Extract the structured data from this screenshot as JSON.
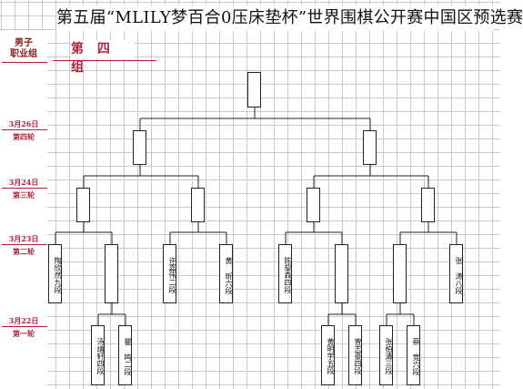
{
  "title": "第五届“MLILY梦百合0压床垫杯”世界围棋公开赛中国区预选赛",
  "sidebar": {
    "category": "男子\n职业组",
    "rounds": [
      {
        "date": "3月26日",
        "round": "第四轮"
      },
      {
        "date": "3月24日",
        "round": "第三轮"
      },
      {
        "date": "3月23日",
        "round": "第二轮"
      },
      {
        "date": "3月22日",
        "round": "第一轮"
      }
    ]
  },
  "group_title": "第 四 组",
  "players": {
    "tao_xinran": "陶欣然九段",
    "xu_jiawei": "许嘉伟二段",
    "huang_xin": "黄 昕六段",
    "chen_zhisen": "陈鋆森四段",
    "zhang_tao": "张 涛八段",
    "tang_jingxuan": "汤靖轩四段",
    "jin_ming": "瞿 鸣二段",
    "huang_mingyu": "黄明宇五段",
    "zeng_zhihao": "曾志豪四段",
    "zhang_baiqing": "张柏清三段",
    "cai_jing": "蔡 竞六段"
  }
}
